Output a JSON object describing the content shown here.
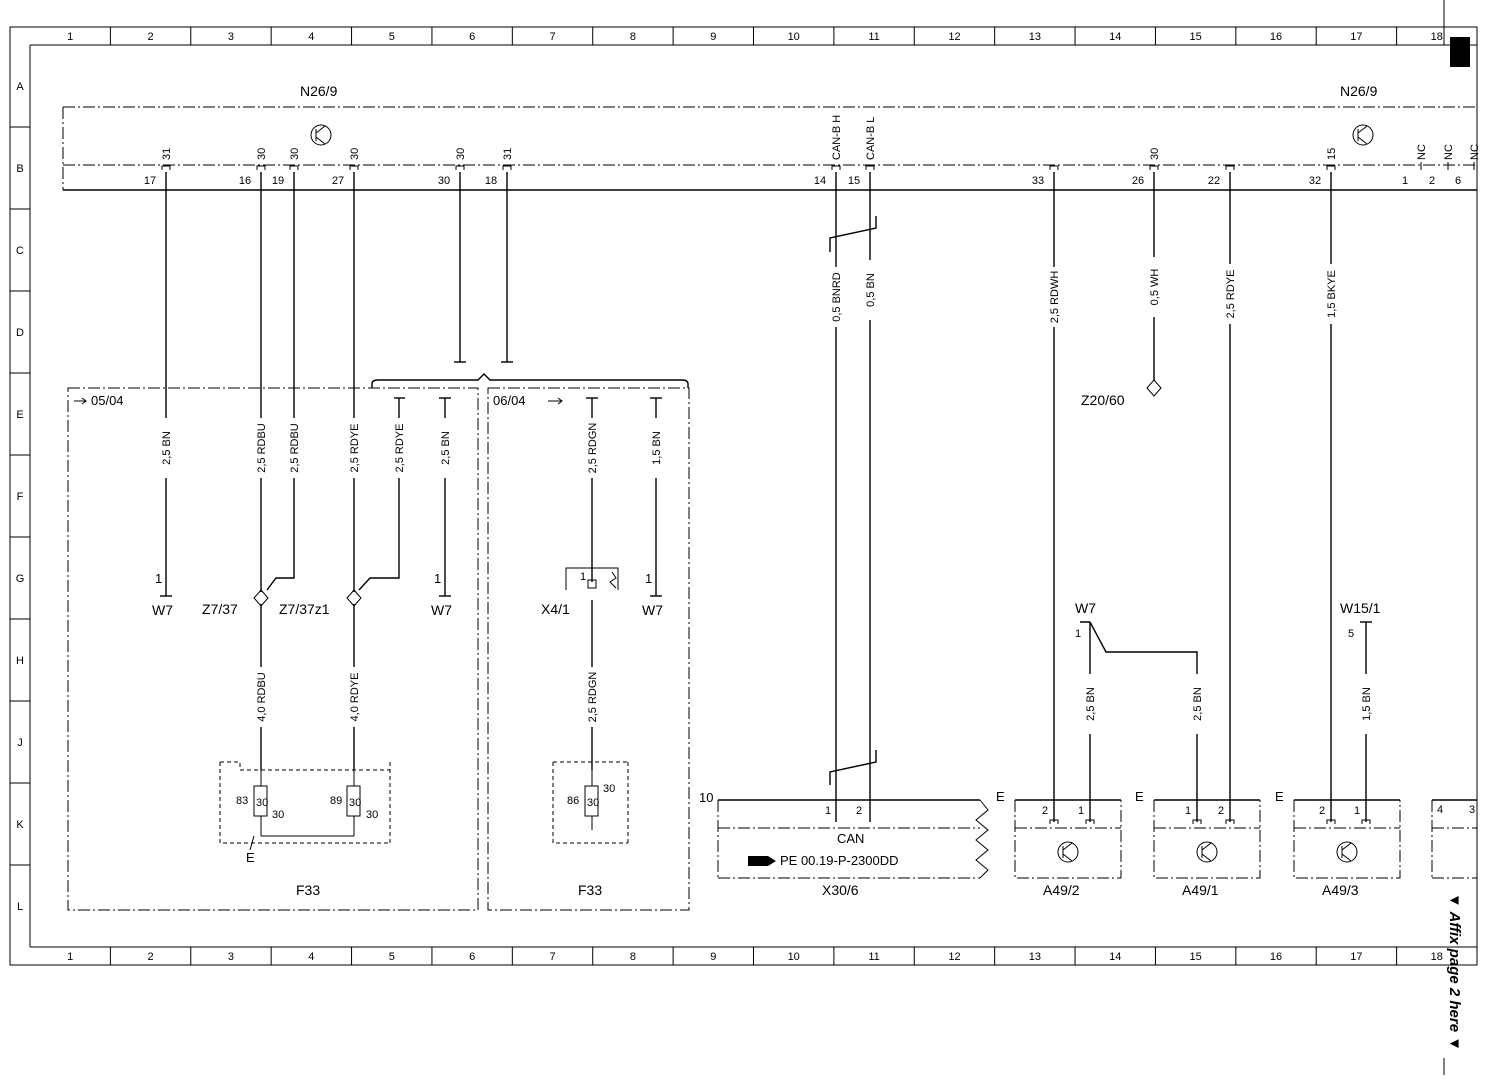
{
  "frame": {
    "columns": [
      "1",
      "2",
      "3",
      "4",
      "5",
      "6",
      "7",
      "8",
      "9",
      "10",
      "11",
      "12",
      "13",
      "14",
      "15",
      "16",
      "17",
      "18"
    ],
    "rows": [
      "A",
      "B",
      "C",
      "D",
      "E",
      "F",
      "G",
      "H",
      "J",
      "K",
      "L"
    ]
  },
  "modules": {
    "n26_left": "N26/9",
    "n26_right": "N26/9",
    "pins": [
      {
        "label": "31",
        "num": "17"
      },
      {
        "label": "30",
        "num": "16"
      },
      {
        "label": "30",
        "num": "19"
      },
      {
        "label": "30",
        "num": "27"
      },
      {
        "label": "30",
        "num": "30"
      },
      {
        "label": "31",
        "num": "18"
      },
      {
        "label": "CAN-B H",
        "num": "14"
      },
      {
        "label": "CAN-B L",
        "num": "15"
      },
      {
        "label": "",
        "num": "33"
      },
      {
        "label": "30",
        "num": "26"
      },
      {
        "label": "",
        "num": "22"
      },
      {
        "label": "15",
        "num": "32"
      },
      {
        "label": "NC",
        "num": "1"
      },
      {
        "label": "NC",
        "num": "2"
      },
      {
        "label": "NC",
        "num": "6"
      }
    ]
  },
  "wires": [
    {
      "id": "w1",
      "label": "2,5 BN"
    },
    {
      "id": "w2",
      "label": "2,5 RDBU"
    },
    {
      "id": "w3",
      "label": "2,5 RDBU"
    },
    {
      "id": "w4",
      "label": "2,5 RDYE"
    },
    {
      "id": "w5",
      "label": "2,5 RDYE"
    },
    {
      "id": "w6",
      "label": "2,5 BN"
    },
    {
      "id": "w7",
      "label": "2,5 RDGN"
    },
    {
      "id": "w8",
      "label": "1,5 BN"
    },
    {
      "id": "w9",
      "label": "4,0 RDBU"
    },
    {
      "id": "w10",
      "label": "4,0 RDYE"
    },
    {
      "id": "w11",
      "label": "2,5 RDGN"
    },
    {
      "id": "w12",
      "label": "0,5 BNRD"
    },
    {
      "id": "w13",
      "label": "0,5 BN"
    },
    {
      "id": "w14",
      "label": "2,5 RDWH"
    },
    {
      "id": "w15",
      "label": "0,5 WH"
    },
    {
      "id": "w16",
      "label": "2,5 RDYE"
    },
    {
      "id": "w17",
      "label": "1,5 BKYE"
    },
    {
      "id": "w18",
      "label": "2,5 BN"
    },
    {
      "id": "w19",
      "label": "2,5 BN"
    },
    {
      "id": "w20",
      "label": "1,5 BN"
    }
  ],
  "variants": {
    "left": "05/04",
    "right": "06/04"
  },
  "grounds": [
    {
      "name": "W7",
      "pin": "1"
    },
    {
      "name": "W7",
      "pin": "1"
    },
    {
      "name": "W7",
      "pin": "1"
    }
  ],
  "splices": {
    "z737": "Z7/37",
    "z737z1": "Z7/37z1",
    "z2060": "Z20/60"
  },
  "connector_x41": {
    "name": "X4/1",
    "pin": "1"
  },
  "fuses": {
    "f1": {
      "pin_a": "83",
      "pin_b": "30",
      "pin_c": "30"
    },
    "f2": {
      "pin_a": "89",
      "pin_b": "30",
      "pin_c": "30"
    },
    "f3": {
      "pin_a": "86",
      "pin_b": "30",
      "pin_c": "30"
    },
    "e_label": "E",
    "name_left": "F33",
    "name_right": "F33"
  },
  "x30": {
    "pin_count": "10",
    "pin1": "1",
    "pin2": "2",
    "can": "CAN",
    "ref": "PE 00.19-P-2300DD",
    "name": "X30/6"
  },
  "ground_w7_right": {
    "name": "W7",
    "pin": "1"
  },
  "ground_w15": {
    "name": "W15/1",
    "pin": "5"
  },
  "amps": [
    {
      "name": "A49/2",
      "e": "E",
      "p1": "2",
      "p2": "1"
    },
    {
      "name": "A49/1",
      "e": "E",
      "p1": "1",
      "p2": "2"
    },
    {
      "name": "A49/3",
      "e": "E",
      "p1": "2",
      "p2": "1"
    }
  ],
  "cutoff": {
    "p4": "4",
    "p3": "3"
  },
  "affix_note": "▼ Affix page 2 here ▼"
}
